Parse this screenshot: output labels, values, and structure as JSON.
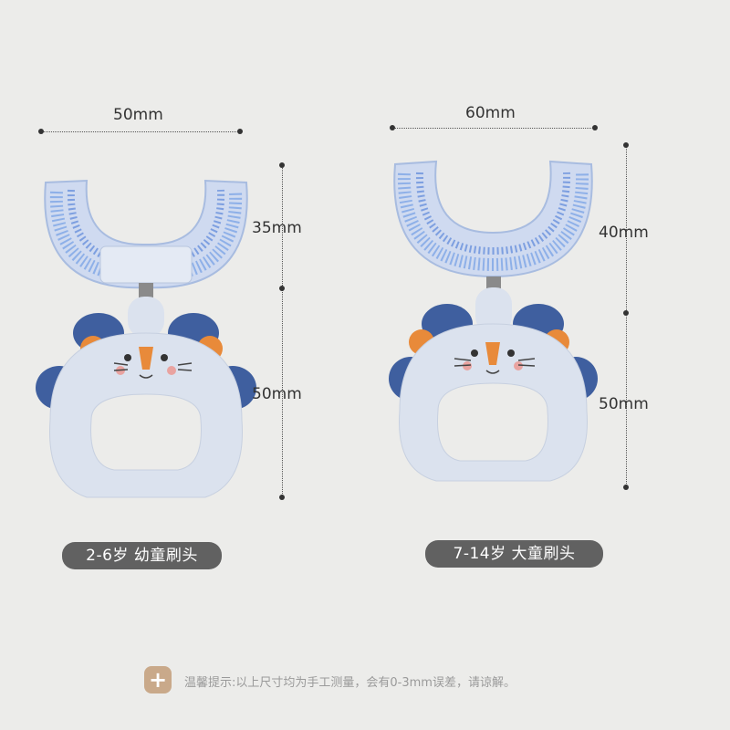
{
  "left": {
    "width_label": "50mm",
    "head_height_label": "35mm",
    "handle_height_label": "50mm",
    "caption": "2-6岁 幼童刷头"
  },
  "right": {
    "width_label": "60mm",
    "head_height_label": "40mm",
    "handle_height_label": "50mm",
    "caption": "7-14岁 大童刷头"
  },
  "note": {
    "icon": "plus-icon",
    "text": "温馨提示:以上尺寸均为手工测量，会有0-3mm误差，请谅解。"
  },
  "colors": {
    "background": "#ececea",
    "handle": "#dbe2ee",
    "mane": "#3f5f9f",
    "ear": "#e88a3a",
    "bristle": "#8eb0e8",
    "caption_bg": "#616161",
    "note_icon": "#c9a98a"
  }
}
